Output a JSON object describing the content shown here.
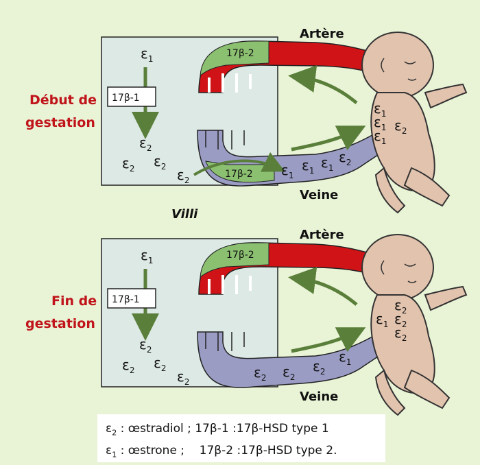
{
  "stages": {
    "early": {
      "line1": "Début de",
      "line2": "gestation"
    },
    "late": {
      "line1": "Fin de",
      "line2": "gestation"
    }
  },
  "vessels": {
    "artery": "Artère",
    "vein": "Veine"
  },
  "villi_label": "Villi",
  "enzymes": {
    "type1": "17β-1",
    "type2": "17β-2"
  },
  "estrogen": {
    "symbol": "ε",
    "e1": "1",
    "e2": "2"
  },
  "legend": {
    "line1": {
      "e2": "2",
      "text1": " : œstradiol ; ",
      "enz": "17β-1 :17β-HSD type 1"
    },
    "line2": {
      "e1": "1",
      "text1": " : œstrone ;    ",
      "enz": "17β-2 :17β-HSD type 2."
    }
  },
  "colors": {
    "artery": "#d01316",
    "vein": "#9a9cc4",
    "enzyme_zone": "#8cc071",
    "arrow": "#5a7f3a",
    "placenta_box": "#dde9e5",
    "fetus_skin": "#e2c3ae",
    "label_red": "#c0141a"
  }
}
